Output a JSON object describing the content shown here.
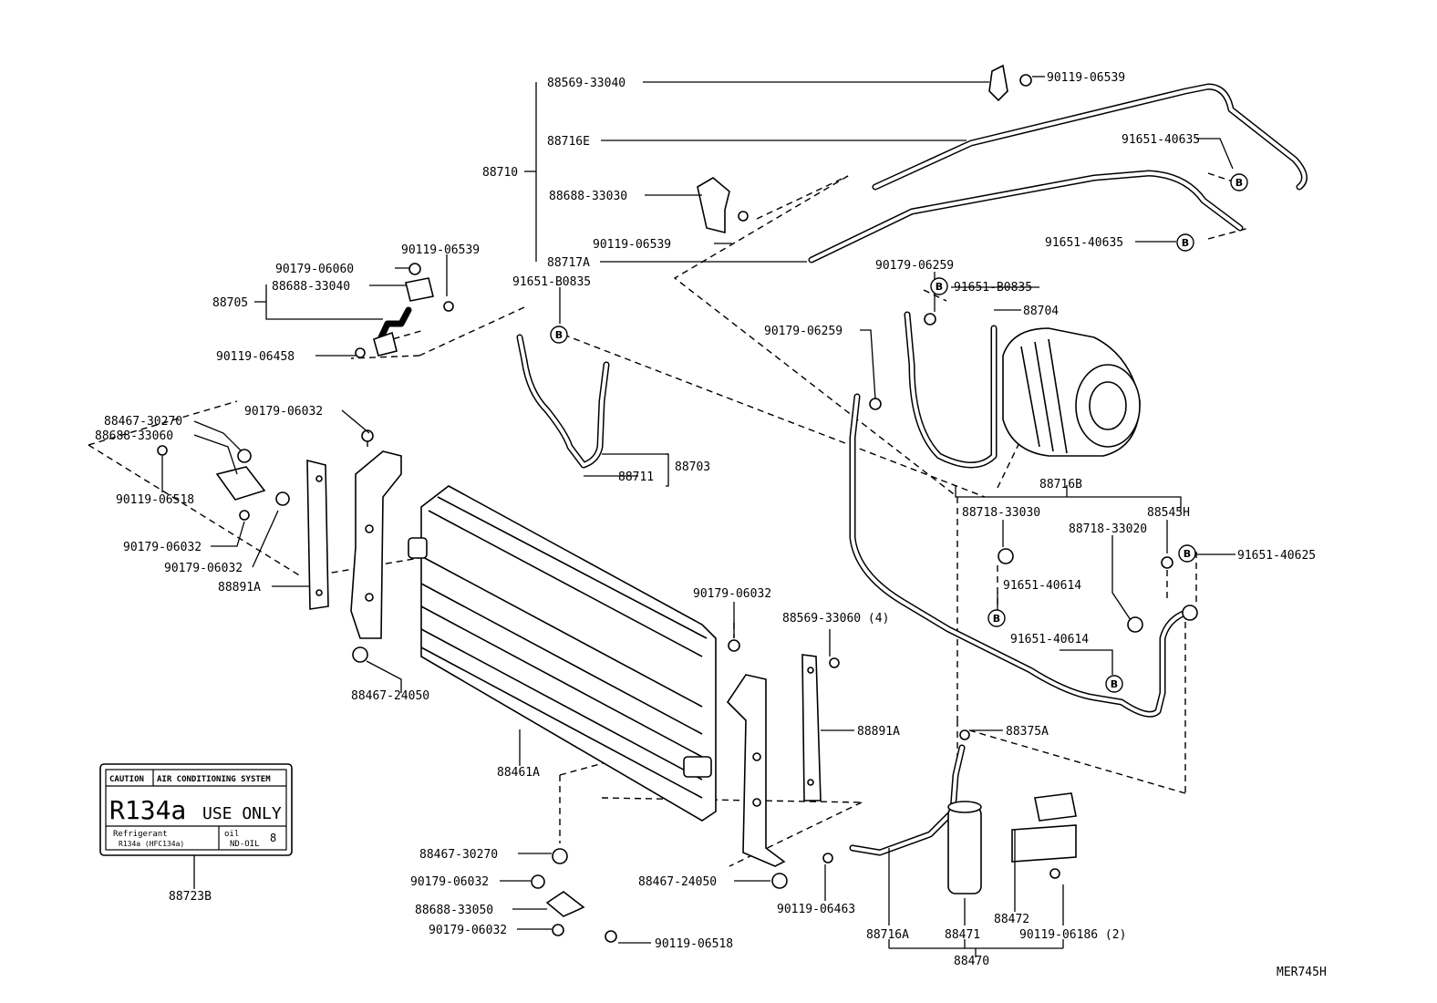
{
  "diagram_code": "MER745H",
  "marker_letter": "B",
  "caution_label": {
    "caution": "CAUTION",
    "system": "AIR CONDITIONING SYSTEM",
    "big": "R134a",
    "use_only": "USE ONLY",
    "refrigerant": "Refrigerant",
    "refrigerant_type": "R134a (HFC134a)",
    "oil": "oil",
    "oil_type": "ND-OIL",
    "oil_num": "8"
  },
  "parts": {
    "p88569_33040": "88569-33040",
    "p90119_06539a": "90119-06539",
    "p88716E": "88716E",
    "p91651_40635a": "91651-40635",
    "p88710": "88710",
    "p88688_33030": "88688-33030",
    "p91651_40635b": "91651-40635",
    "p90119_06539b": "90119-06539",
    "p88717A": "88717A",
    "p90179_06259a": "90179-06259",
    "p91651_B0835a": "91651-B0835",
    "p88704": "88704",
    "p90119_06539c": "90119-06539",
    "p90179_06060": "90179-06060",
    "p88688_33040": "88688-33040",
    "p88705": "88705",
    "p91651_B0835b": "91651-B0835",
    "p90179_06259b": "90179-06259",
    "p90119_06458": "90119-06458",
    "p88467_30270a": "88467-30270",
    "p90179_06032a": "90179-06032",
    "p88688_33060": "88688-33060",
    "p90119_06518a": "90119-06518",
    "p90179_06032b": "90179-06032",
    "p90179_06032c": "90179-06032",
    "p88891A_a": "88891A",
    "p88711": "88711",
    "p88703": "88703",
    "p88716B": "88716B",
    "p88718_33030": "88718-33030",
    "p88545H": "88545H",
    "p88718_33020": "88718-33020",
    "p91651_40625": "91651-40625",
    "p91651_40614a": "91651-40614",
    "p91651_40614b": "91651-40614",
    "p90179_06032d": "90179-06032",
    "p88569_33060": "88569-33060 (4)",
    "p88467_24050a": "88467-24050",
    "p88891A_b": "88891A",
    "p88375A": "88375A",
    "p88461A": "88461A",
    "p88467_30270b": "88467-30270",
    "p90179_06032e": "90179-06032",
    "p88688_33050": "88688-33050",
    "p90179_06032f": "90179-06032",
    "p90119_06518b": "90119-06518",
    "p88467_24050b": "88467-24050",
    "p90119_06463": "90119-06463",
    "p88716A": "88716A",
    "p88471": "88471",
    "p88472": "88472",
    "p90119_06186": "90119-06186 (2)",
    "p88470": "88470",
    "p88723B": "88723B"
  }
}
